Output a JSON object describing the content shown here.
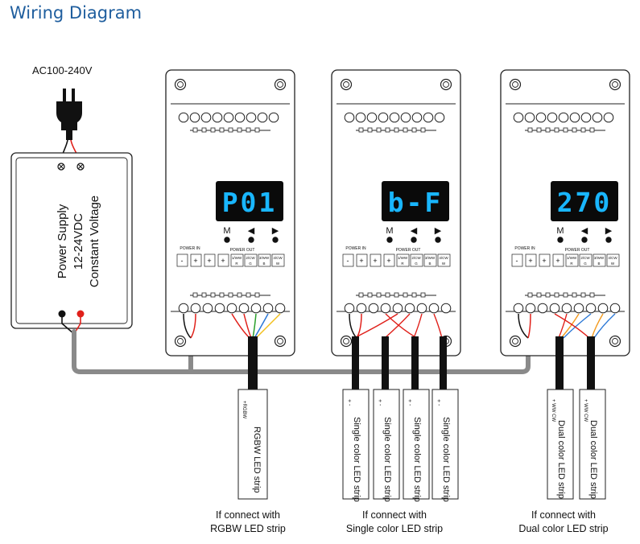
{
  "title": "Wiring Diagram",
  "input_label": "AC100-240V",
  "power_supply": {
    "lines": [
      "Power Supply",
      "12-24VDC",
      "Constant Voltage"
    ]
  },
  "decoders": [
    {
      "display": "P01",
      "buttons": [
        "M",
        "◀",
        "▶"
      ]
    },
    {
      "display": "b-F",
      "buttons": [
        "M",
        "◀",
        "▶"
      ]
    },
    {
      "display": "270",
      "buttons": [
        "M",
        "◀",
        "▶"
      ]
    }
  ],
  "terminal_labels": {
    "power_in": "POWER IN",
    "power_out": "POWER OUT",
    "pins": [
      "-",
      "+",
      "+",
      "+"
    ],
    "channels_top": [
      "1/WW",
      "2/CW",
      "3/WW",
      "4/CW"
    ],
    "channels_bottom": [
      "R",
      "G",
      "B",
      "W"
    ]
  },
  "strips": {
    "rgbw": {
      "label": "RGBW LED strip",
      "pins": "+RGBW"
    },
    "single": {
      "label": "Single color LED strip",
      "pins": "+ -"
    },
    "dual": {
      "label": "Dual color LED strip",
      "pins": "+ WW CW"
    }
  },
  "captions": [
    {
      "line1": "If connect with",
      "line2": "RGBW LED strip"
    },
    {
      "line1": "If connect with",
      "line2": "Single color LED strip"
    },
    {
      "line1": "If connect with",
      "line2": "Dual color LED strip"
    }
  ],
  "colors": {
    "title": "#1f5e9e",
    "display_bg": "#0a0a0a",
    "display_digit": "#19b6ff",
    "bus": "#8a8a8a",
    "red": "#e0201a",
    "green": "#2ca02c",
    "blue": "#2b78d6",
    "yellow": "#f2c01e",
    "orange": "#f39a1e"
  }
}
